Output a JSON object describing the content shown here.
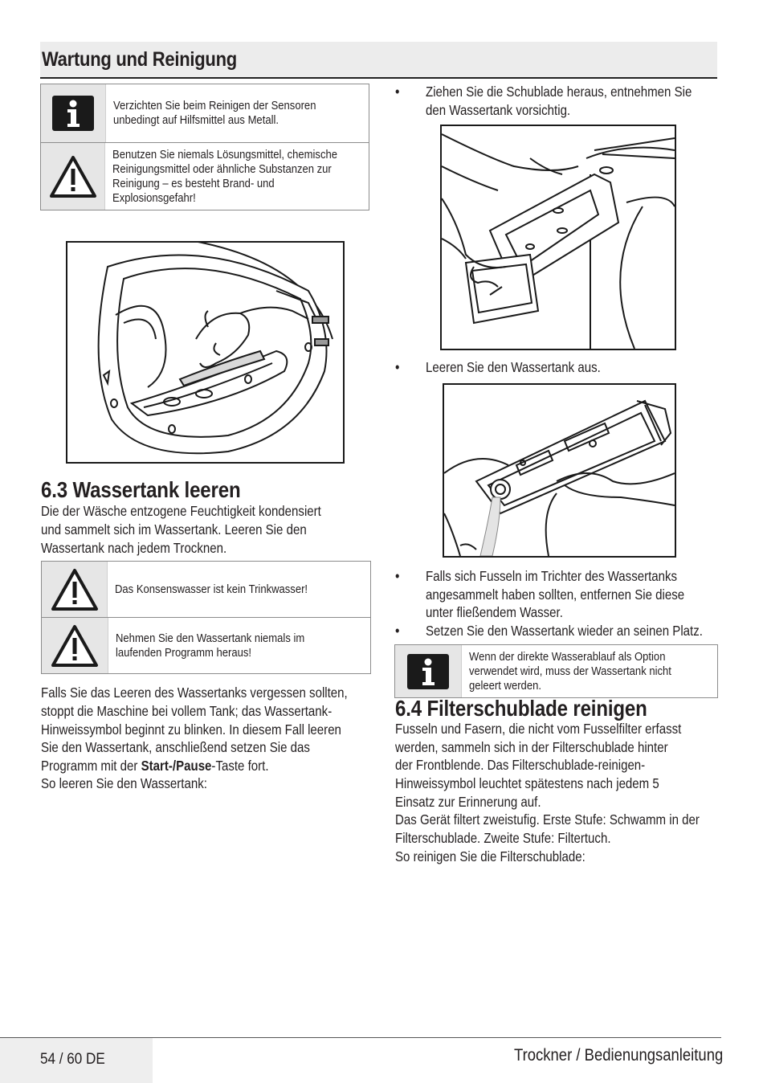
{
  "header": {
    "title": "Wartung und Reinigung"
  },
  "left_notices": [
    {
      "icon": "info-icon",
      "text": "Verzichten Sie beim Reinigen der Sensoren unbedingt auf Hilfsmittel aus Metall."
    },
    {
      "icon": "warning-icon",
      "text": "Benutzen Sie niemals Lösungsmittel, chemische Reinigungsmittel oder ähnliche Substanzen zur Reinigung – es besteht Brand- und Explosionsgefahr!"
    }
  ],
  "section_63": {
    "title": "6.3 Wassertank leeren",
    "intro": [
      "Die der Wäsche entzogene Feuchtigkeit kondensiert",
      "und sammelt sich im Wassertank. Leeren Sie den",
      "Wassertank nach jedem Trocknen."
    ],
    "warnings": [
      {
        "icon": "warning-icon",
        "text": "Das Konsenswasser ist kein Trinkwasser!"
      },
      {
        "icon": "warning-icon",
        "text": "Nehmen Sie den Wassertank niemals im laufenden Programm heraus!"
      }
    ],
    "body_lines": [
      "Falls Sie das Leeren des Wassertanks vergessen sollten,",
      "stoppt die Maschine bei vollem Tank; das Wassertank-",
      "Hinweissymbol beginnt zu blinken. In diesem Fall leeren",
      "Sie den Wassertank, anschließend setzen Sie das"
    ],
    "body_last_prefix": "Programm mit der ",
    "body_last_bold": "Start-/Pause",
    "body_last_suffix": "-Taste fort.",
    "body_after": "So leeren Sie den Wassertank:"
  },
  "right_column": {
    "bullet1": [
      "Ziehen Sie die Schublade heraus, entnehmen Sie",
      "den Wassertank vorsichtig."
    ],
    "bullet2": "Leeren Sie den Wassertank aus.",
    "bullet3": [
      "Falls sich Fusseln im Trichter des Wassertanks",
      "angesammelt haben sollten, entfernen Sie diese",
      "unter fließendem Wasser."
    ],
    "bullet4": "Setzen Sie den Wassertank wieder an seinen Platz.",
    "bullet_symbol": "•",
    "info_notice": {
      "icon": "info-icon",
      "text": "Wenn der direkte Wasserablauf als Option verwendet wird, muss der Wassertank nicht geleert werden."
    }
  },
  "section_64": {
    "title": "6.4 Filterschublade reinigen",
    "lines": [
      "Fusseln und Fasern, die nicht vom Fusselfilter erfasst",
      "werden, sammeln sich in der Filterschublade hinter",
      "der Frontblende. Das Filterschublade-reinigen-",
      "Hinweissymbol leuchtet spätestens nach jedem 5",
      "Einsatz zur Erinnerung auf.",
      "Das Gerät filtert zweistufig. Erste Stufe: Schwamm in der",
      "Filterschublade. Zweite Stufe: Filtertuch.",
      "So reinigen Sie die Filterschublade:"
    ]
  },
  "footer": {
    "page": "54 / 60  DE",
    "doc_title": "Trockner / Bedienungsanleitung"
  }
}
